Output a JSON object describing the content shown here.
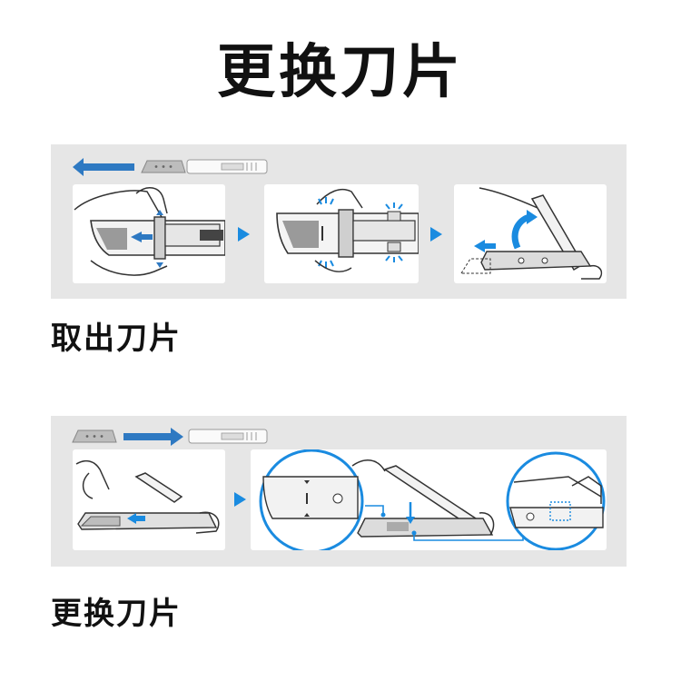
{
  "page": {
    "title": "更换刀片"
  },
  "sections": [
    {
      "caption": "取出刀片"
    },
    {
      "caption": "更换刀片"
    }
  ],
  "colors": {
    "accent_blue": "#1a8be0",
    "arrow_blue": "#2e79c2",
    "panel_bg": "#e6e6e6",
    "line": "#333333"
  },
  "icons": {
    "header_arrow_left": "arrow-left-icon",
    "header_arrow_right": "arrow-right-icon",
    "step_arrow": "triangle-right-icon"
  }
}
